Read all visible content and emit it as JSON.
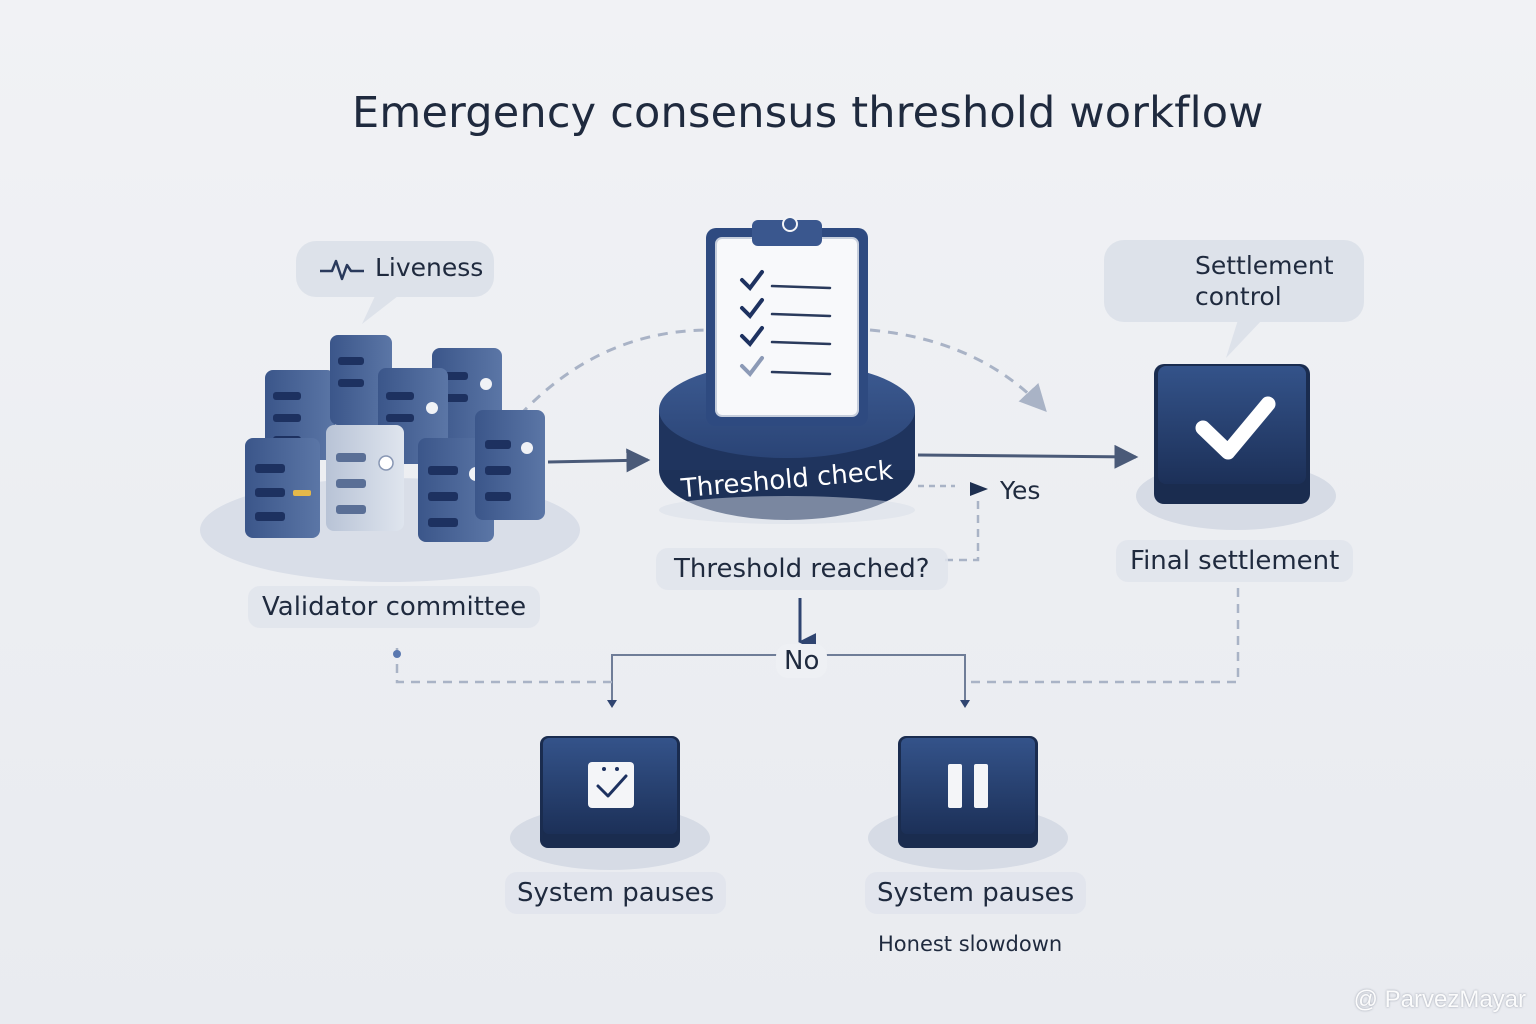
{
  "title": "Emergency consensus threshold workflow",
  "nodes": {
    "validator_committee": "Validator committee",
    "liveness_callout": "Liveness",
    "threshold_check": "Threshold check",
    "threshold_reached": "Threshold reached?",
    "yes_label": "Yes",
    "no_label": "No",
    "final_settlement": "Final settlement",
    "settlement_control_line1": "Settlement",
    "settlement_control_line2": "control",
    "system_pauses_left": "System pauses",
    "system_pauses_right": "System pauses",
    "honest_slowdown": "Honest slowdown"
  },
  "watermark": "@ ParvezMayar",
  "colors": {
    "navy": "#243d6b",
    "navy_dark": "#1a2c4f",
    "connector": "#4a5a78",
    "dashed": "#9aa6bb"
  }
}
